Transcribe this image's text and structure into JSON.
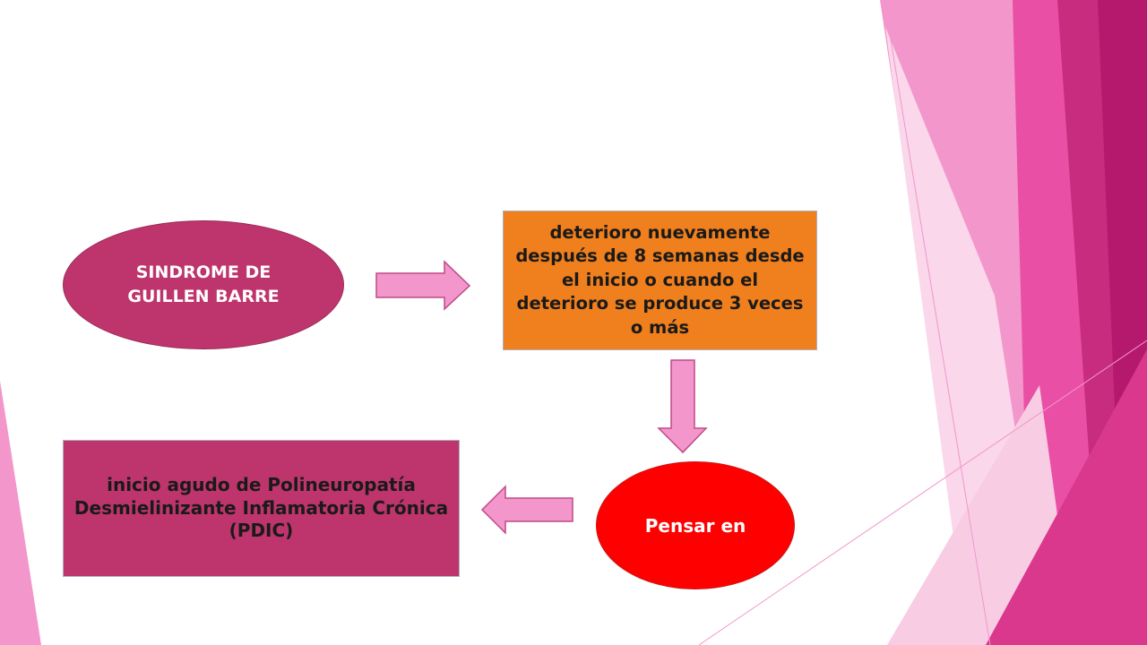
{
  "slide": {
    "background": "#ffffff",
    "decor_colors": [
      "#f296cb",
      "#e94fa4",
      "#c72c7e",
      "#b5196d",
      "#f8cde4"
    ]
  },
  "diagram": {
    "nodes": {
      "sgb": {
        "text": "SINDROME DE\nGUILLEN BARRE",
        "color": "#bd356c"
      },
      "deterioro": {
        "text": "deterioro nuevamente\ndespués de 8 semanas desde\nel inicio o cuando el\ndeterioro se produce 3 veces\no más",
        "color": "#f07f1d"
      },
      "pensar": {
        "text": "Pensar en",
        "color": "#ff0000"
      },
      "pdic": {
        "text": "inicio agudo de Polineuropatía\nDesmielinizante Inflamatoria Crónica\n(PDIC)",
        "color": "#bd356c"
      }
    },
    "edges": [
      {
        "from": "sgb",
        "to": "deterioro",
        "direction": "right"
      },
      {
        "from": "deterioro",
        "to": "pensar",
        "direction": "down"
      },
      {
        "from": "pensar",
        "to": "pdic",
        "direction": "left"
      }
    ],
    "arrow_color": "#f296cb"
  }
}
